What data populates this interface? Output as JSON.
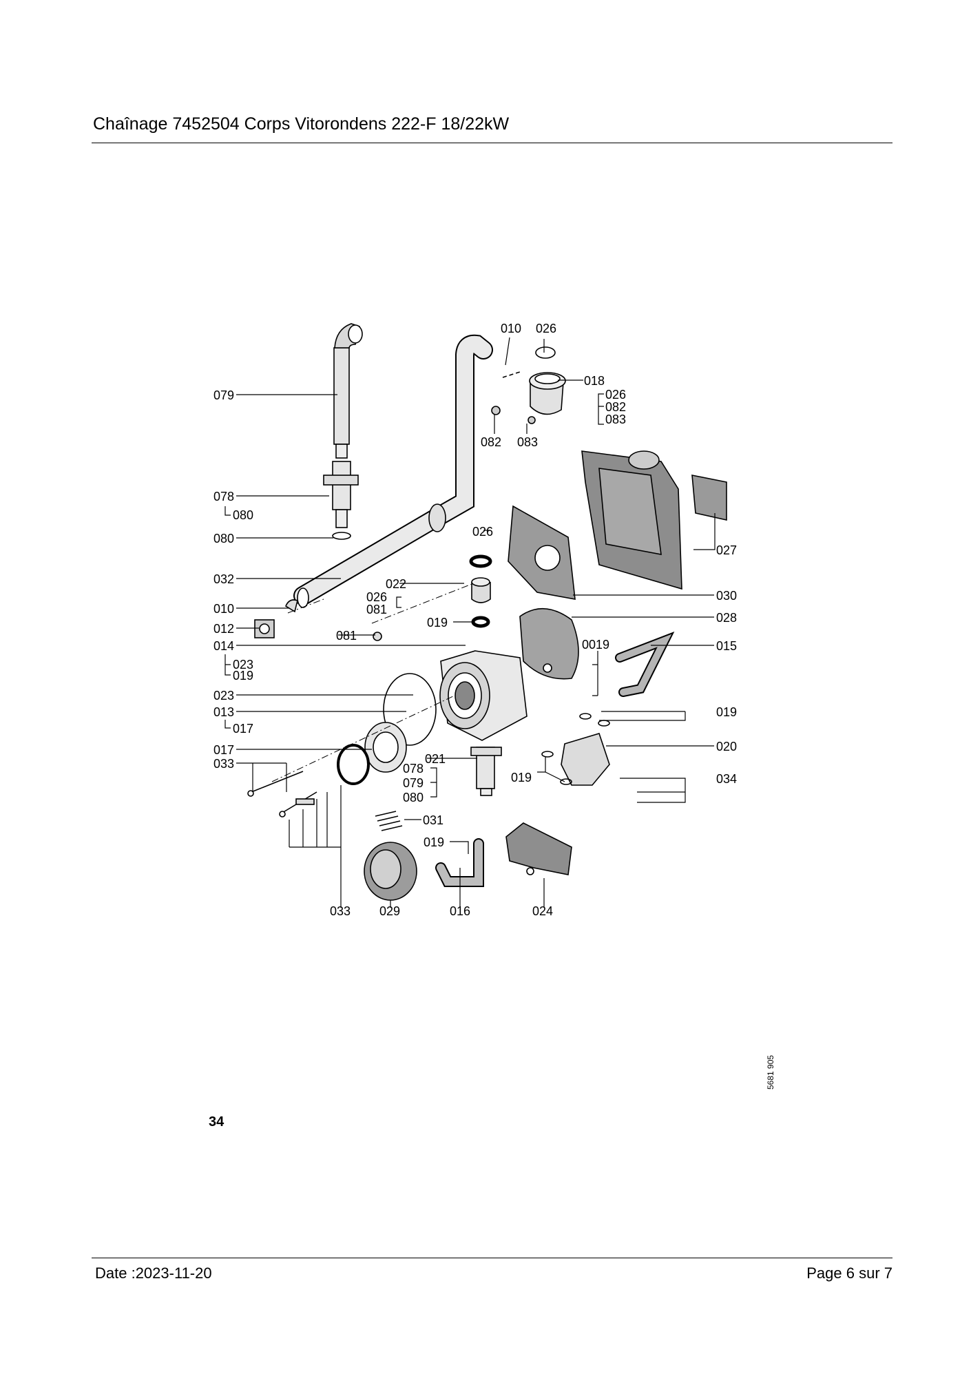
{
  "header": {
    "title": "Chaînage 7452504 Corps Vitorondens 222-F 18/22kW"
  },
  "diagram": {
    "labels": {
      "l079": "079",
      "l078": "078",
      "l078sub": "080",
      "l080": "080",
      "l032": "032",
      "l010a": "010",
      "l012": "012",
      "l014": "014",
      "l014s1": "023",
      "l014s2": "019",
      "l023": "023",
      "l013": "013",
      "l013sub": "017",
      "l017": "017",
      "l033a": "033",
      "l010b": "010",
      "l026a": "026",
      "l018": "018",
      "l018s1": "026",
      "l018s2": "082",
      "l018s3": "083",
      "l082": "082",
      "l083": "083",
      "l027": "027",
      "l030": "030",
      "l028": "028",
      "l015": "015",
      "l0019": "0019",
      "l019r1": "019",
      "l020": "020",
      "l034": "034",
      "l019r2": "019",
      "l026b": "026",
      "l022": "022",
      "l022s1": "026",
      "l022s2": "081",
      "l019m": "019",
      "l081": "081",
      "l021": "021",
      "l021s1": "078",
      "l021s2": "079",
      "l021s3": "080",
      "l031": "031",
      "l019b": "019",
      "l033b": "033",
      "l029": "029",
      "l016": "016",
      "l024": "024"
    }
  },
  "page_marker": "34",
  "drawing_ref": "5681 905",
  "footer": {
    "date": "Date :2023-11-20",
    "page": "Page 6 sur  7"
  }
}
